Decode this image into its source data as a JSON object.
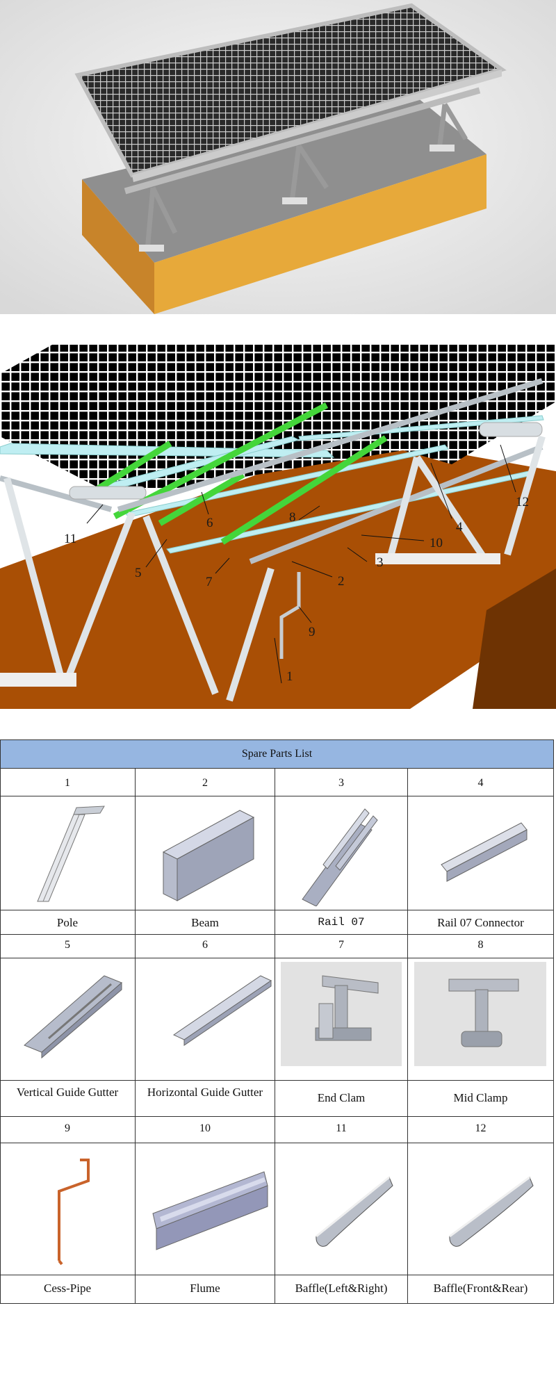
{
  "labels": {
    "callouts": [
      "1",
      "2",
      "3",
      "4",
      "5",
      "6",
      "7",
      "8",
      "9",
      "10",
      "11",
      "12"
    ]
  },
  "table": {
    "title": "Spare Parts List",
    "parts": [
      {
        "num": "1",
        "name": "Pole",
        "icon": "pole-icon"
      },
      {
        "num": "2",
        "name": "Beam",
        "icon": "beam-icon"
      },
      {
        "num": "3",
        "name": "Rail 07",
        "icon": "rail-icon"
      },
      {
        "num": "4",
        "name": "Rail 07 Connector",
        "icon": "rail-connector-icon"
      },
      {
        "num": "5",
        "name": "Vertical Guide Gutter",
        "icon": "vertical-gutter-icon"
      },
      {
        "num": "6",
        "name": "Horizontal Guide Gutter",
        "icon": "horizontal-gutter-icon"
      },
      {
        "num": "7",
        "name": "End Clam",
        "icon": "end-clamp-icon"
      },
      {
        "num": "8",
        "name": "Mid Clamp",
        "icon": "mid-clamp-icon"
      },
      {
        "num": "9",
        "name": "Cess-Pipe",
        "icon": "cess-pipe-icon"
      },
      {
        "num": "10",
        "name": "Flume",
        "icon": "flume-icon"
      },
      {
        "num": "11",
        "name": "Baffle(Left&Right)",
        "icon": "baffle-icon"
      },
      {
        "num": "12",
        "name": "Baffle(Front&Rear)",
        "icon": "baffle-icon"
      }
    ]
  },
  "colors": {
    "header_bg": "#96b6e1",
    "ground": "#a94f05",
    "base_orange": "#e7a93a",
    "gutter_green": "#44d63a",
    "rail_cyan": "#bfeef2"
  }
}
